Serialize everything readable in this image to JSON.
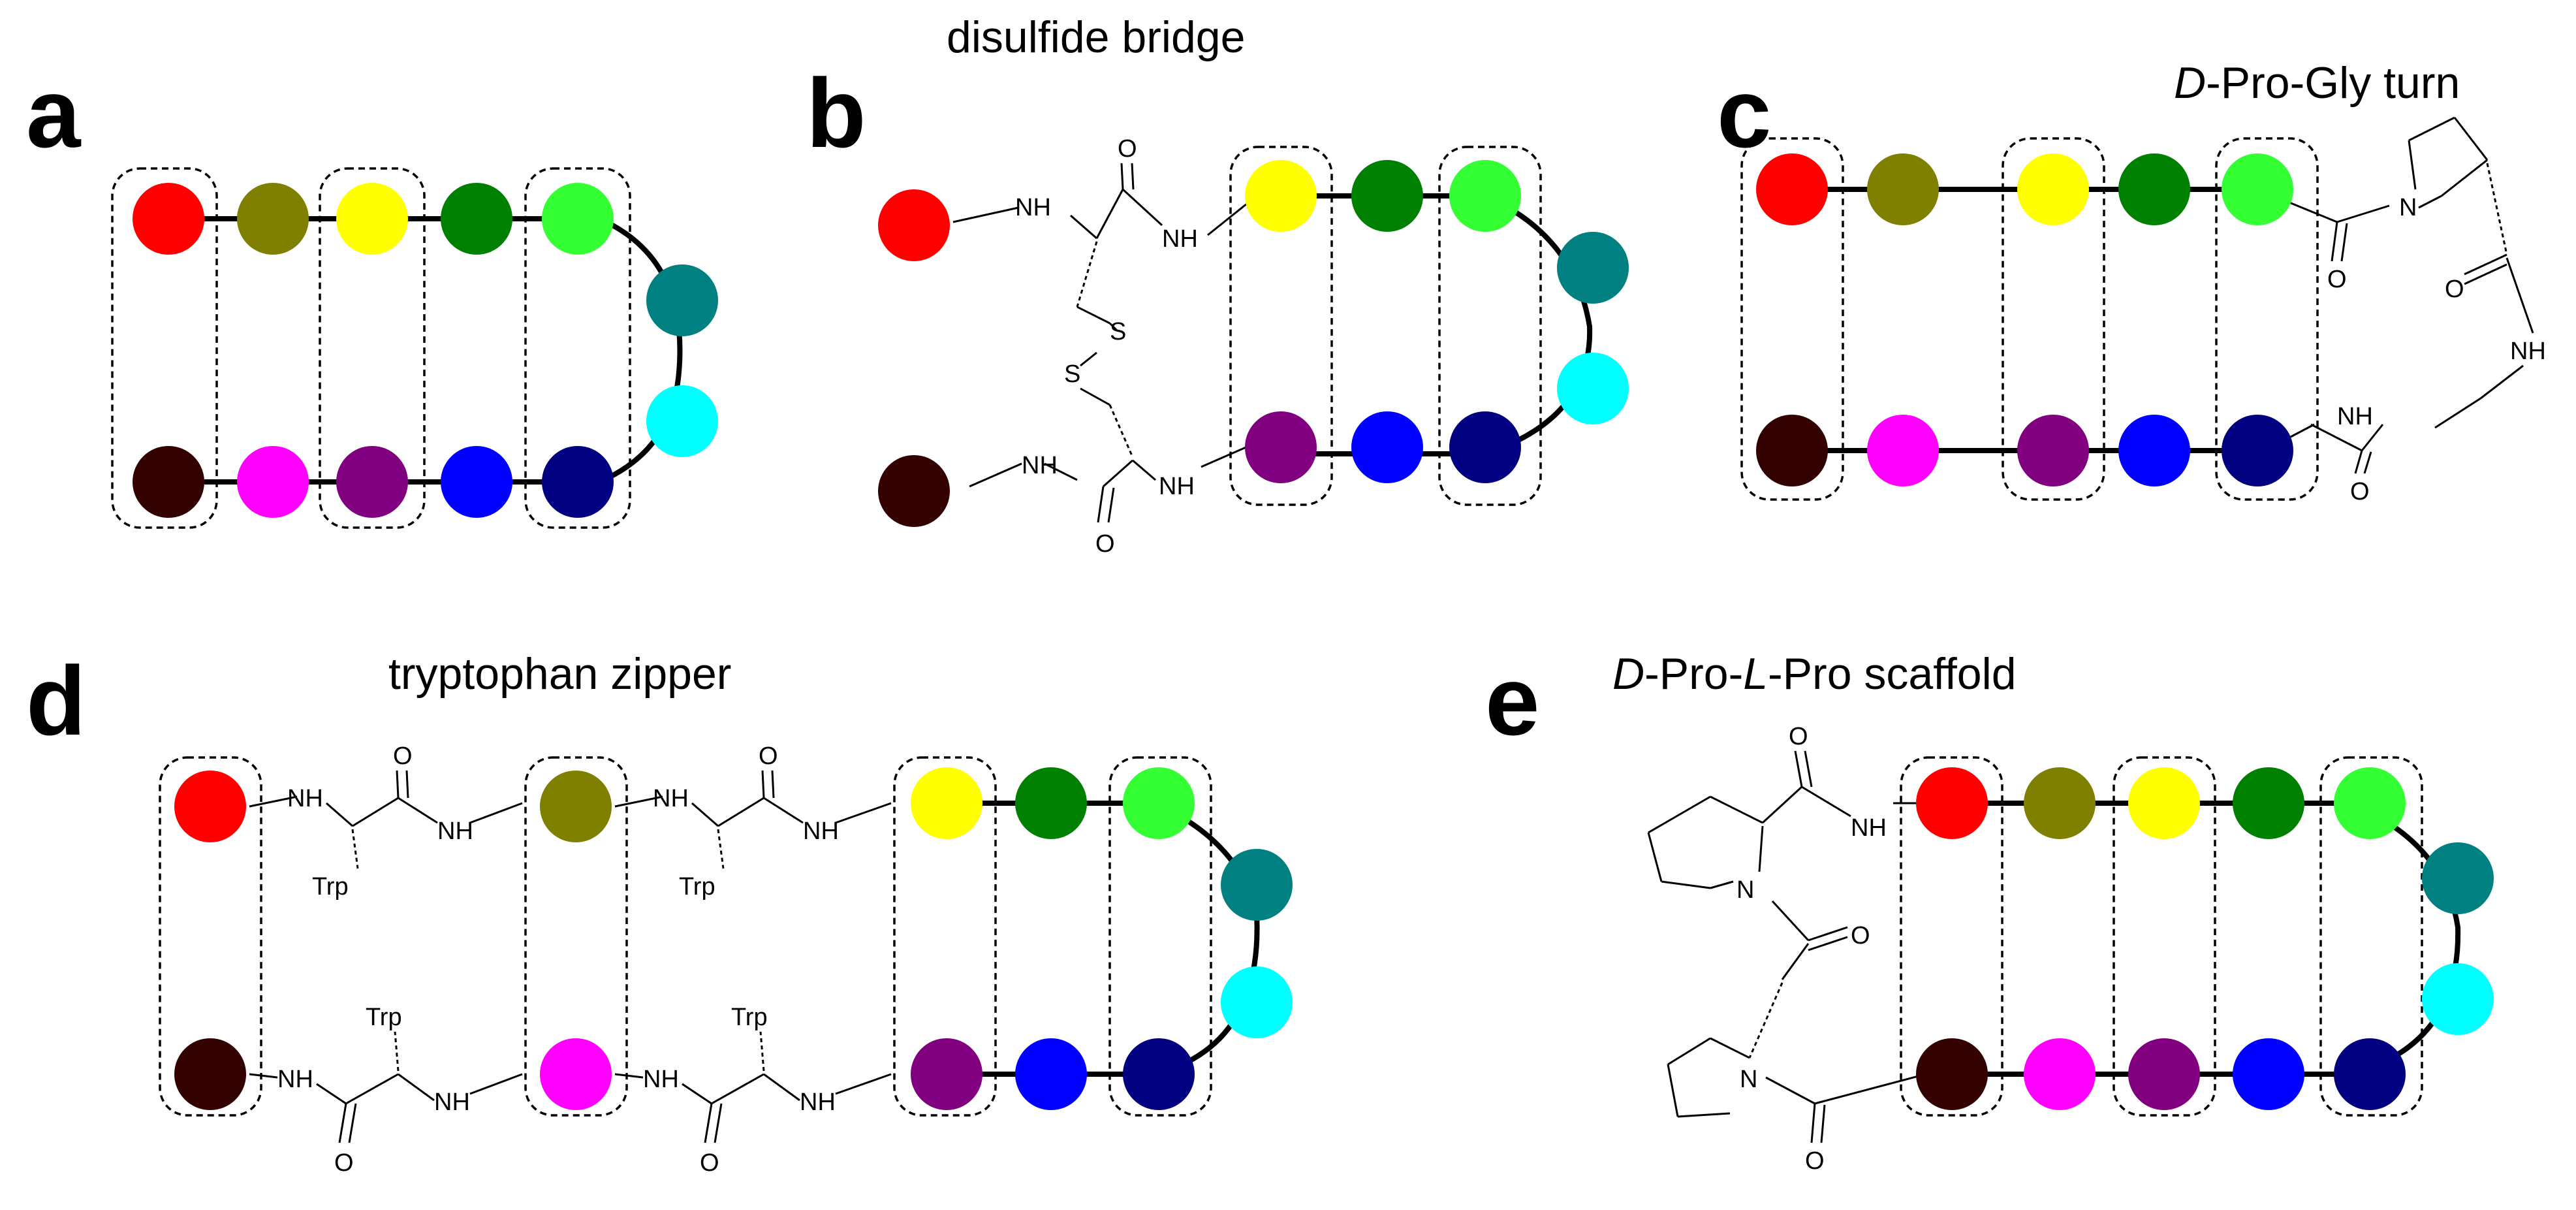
{
  "colors": {
    "red": "#ff0000",
    "olive": "#808000",
    "yellow": "#ffff00",
    "green": "#008000",
    "lime": "#33ff33",
    "teal": "#008080",
    "cyan": "#00ffff",
    "maroon": "#330000",
    "magenta": "#ff00ff",
    "purple": "#800080",
    "blue": "#0000ff",
    "navy": "#000080"
  },
  "panels": [
    {
      "key": "a",
      "label": "a",
      "title": ""
    },
    {
      "key": "b",
      "label": "b",
      "title": "disulfide bridge"
    },
    {
      "key": "c",
      "label": "c",
      "title_italic": "D",
      "title_rest": "-Pro-Gly turn"
    },
    {
      "key": "d",
      "label": "d",
      "title": "tryptophan zipper"
    },
    {
      "key": "e",
      "label": "e",
      "title_italic1": "D",
      "title_mid": "-Pro-",
      "title_italic2": "L",
      "title_rest": "-Pro scaffold"
    }
  ],
  "atoms": {
    "nh": "NH",
    "o": "O",
    "s": "S",
    "n": "N",
    "trp": "Trp"
  }
}
